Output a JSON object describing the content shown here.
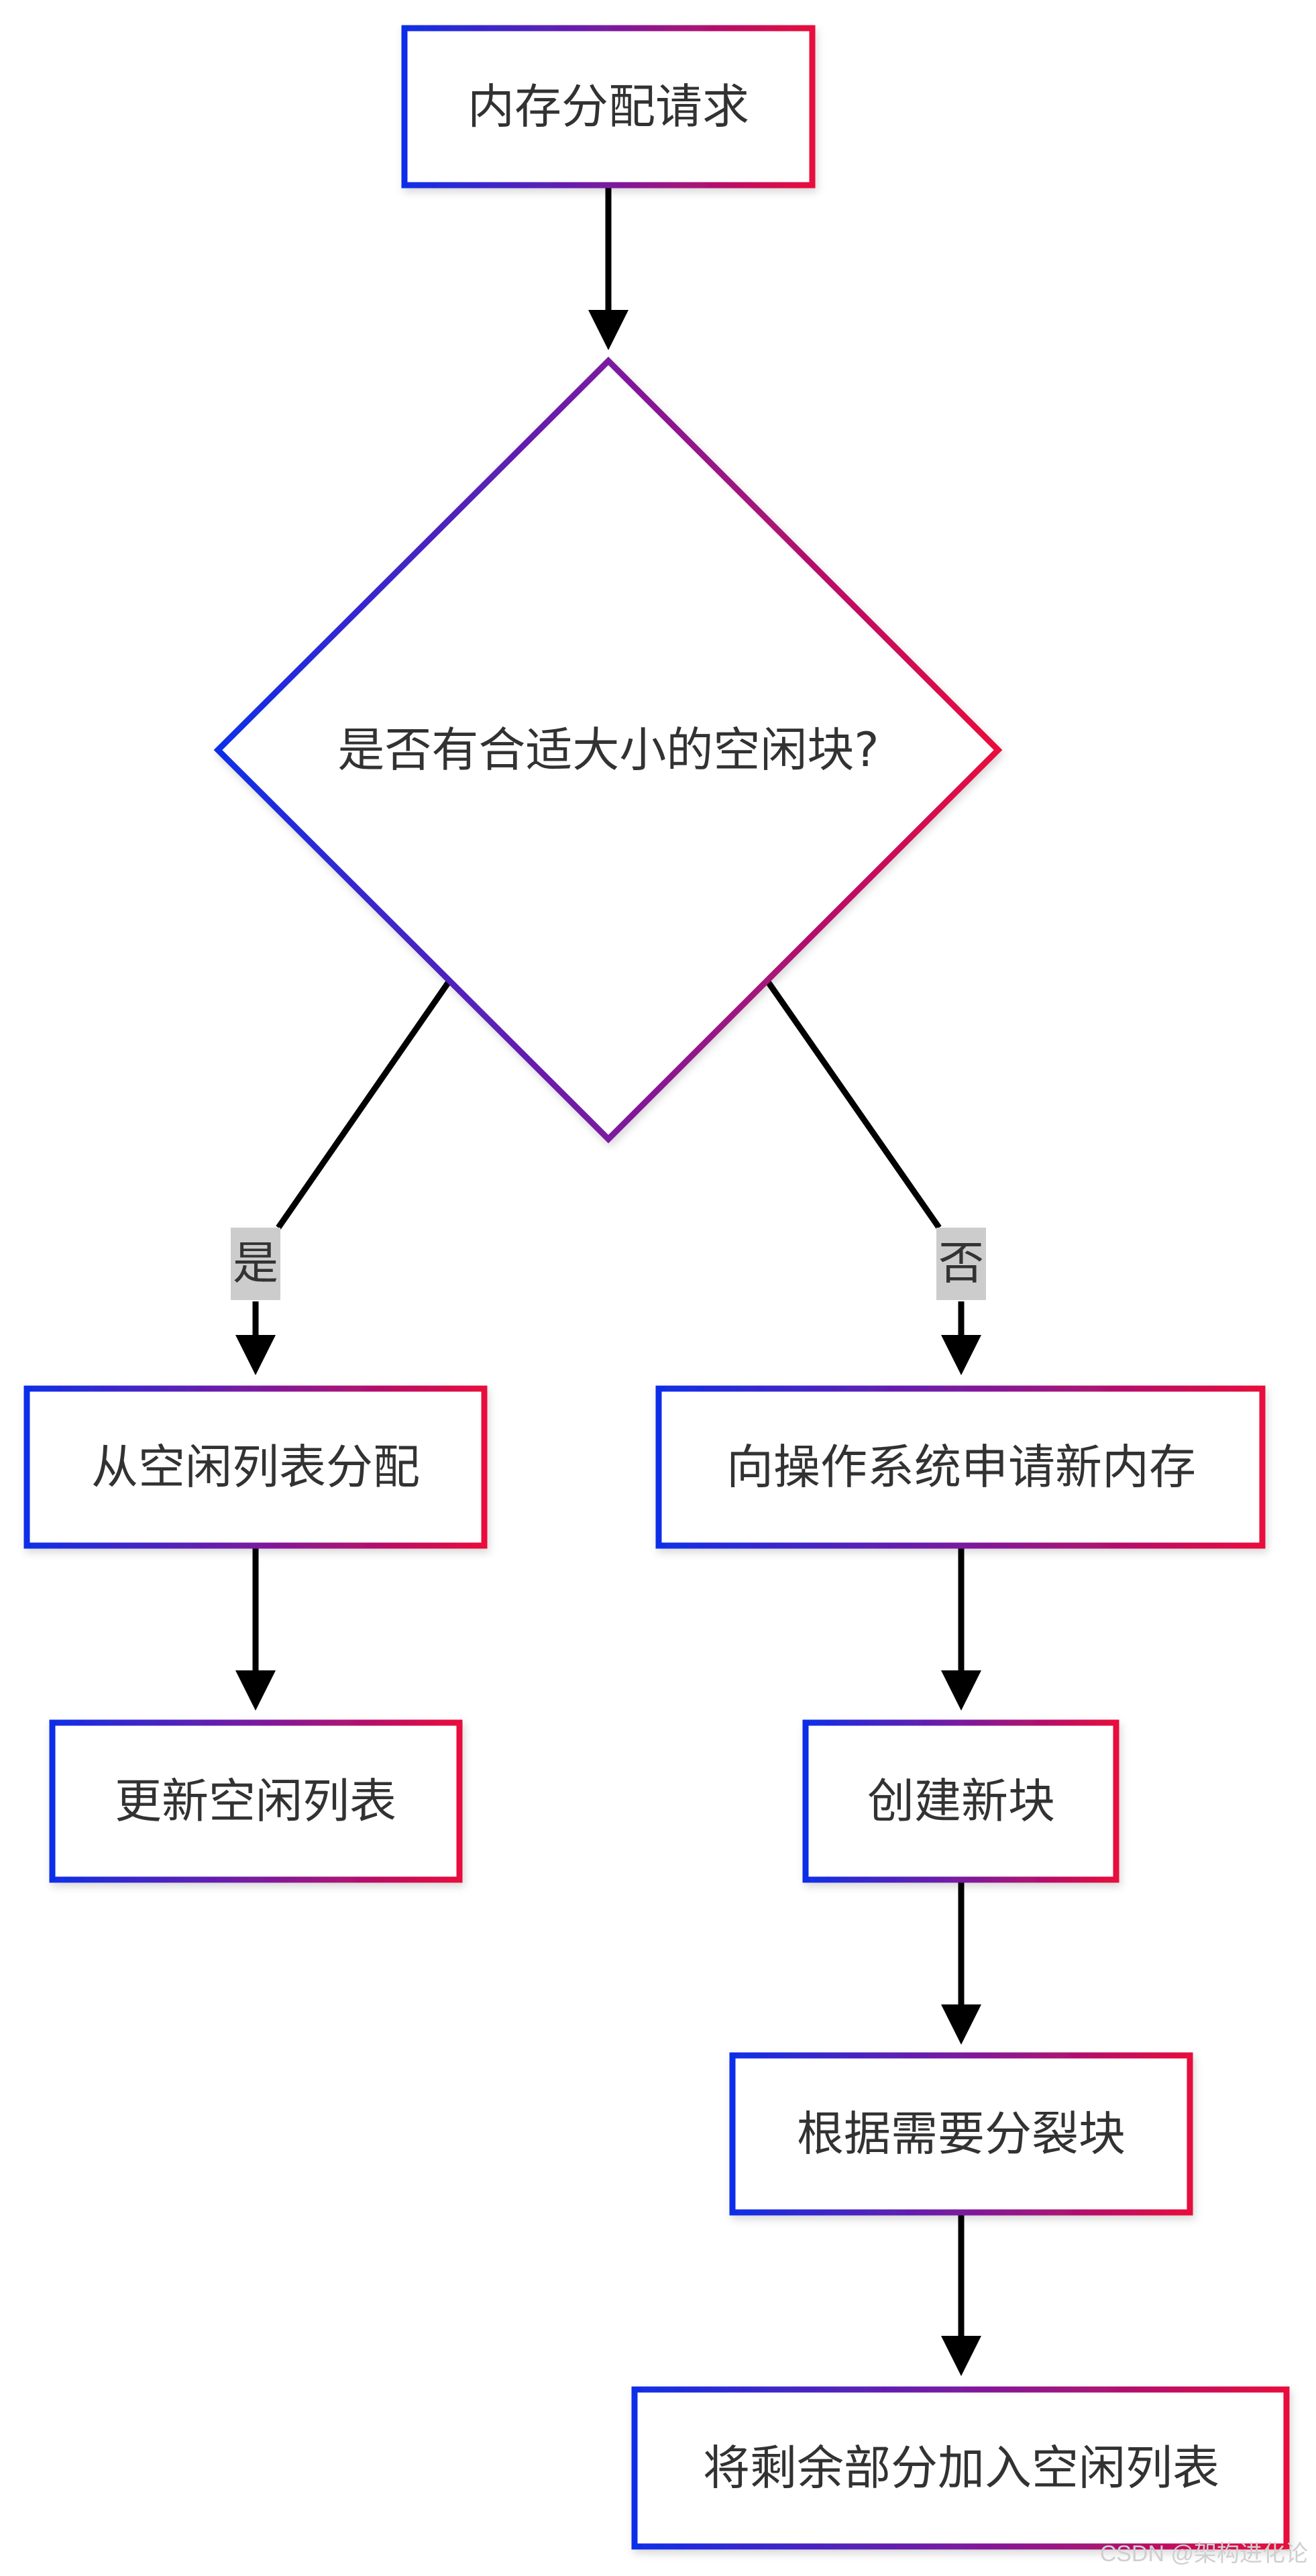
{
  "diagram": {
    "type": "flowchart",
    "nodes": {
      "start": "内存分配请求",
      "decision": "是否有合适大小的空闲块?",
      "alloc_from_free_list": "从空闲列表分配",
      "update_free_list": "更新空闲列表",
      "request_os": "向操作系统申请新内存",
      "create_block": "创建新块",
      "split_block": "根据需要分裂块",
      "add_remaining": "将剩余部分加入空闲列表"
    },
    "edge_labels": {
      "yes": "是",
      "no": "否"
    },
    "edges": [
      {
        "from": "start",
        "to": "decision"
      },
      {
        "from": "decision",
        "to": "alloc_from_free_list",
        "label": "是"
      },
      {
        "from": "decision",
        "to": "request_os",
        "label": "否"
      },
      {
        "from": "alloc_from_free_list",
        "to": "update_free_list"
      },
      {
        "from": "request_os",
        "to": "create_block"
      },
      {
        "from": "create_block",
        "to": "split_block"
      },
      {
        "from": "split_block",
        "to": "add_remaining"
      }
    ]
  },
  "watermark": "CSDN @架构进化论",
  "colors": {
    "gradient_start": "#0f2fe8",
    "gradient_mid": "#7a1aa0",
    "gradient_end": "#e8083c",
    "edge": "#000000",
    "label_bg": "#cccccc",
    "text": "#333333"
  }
}
